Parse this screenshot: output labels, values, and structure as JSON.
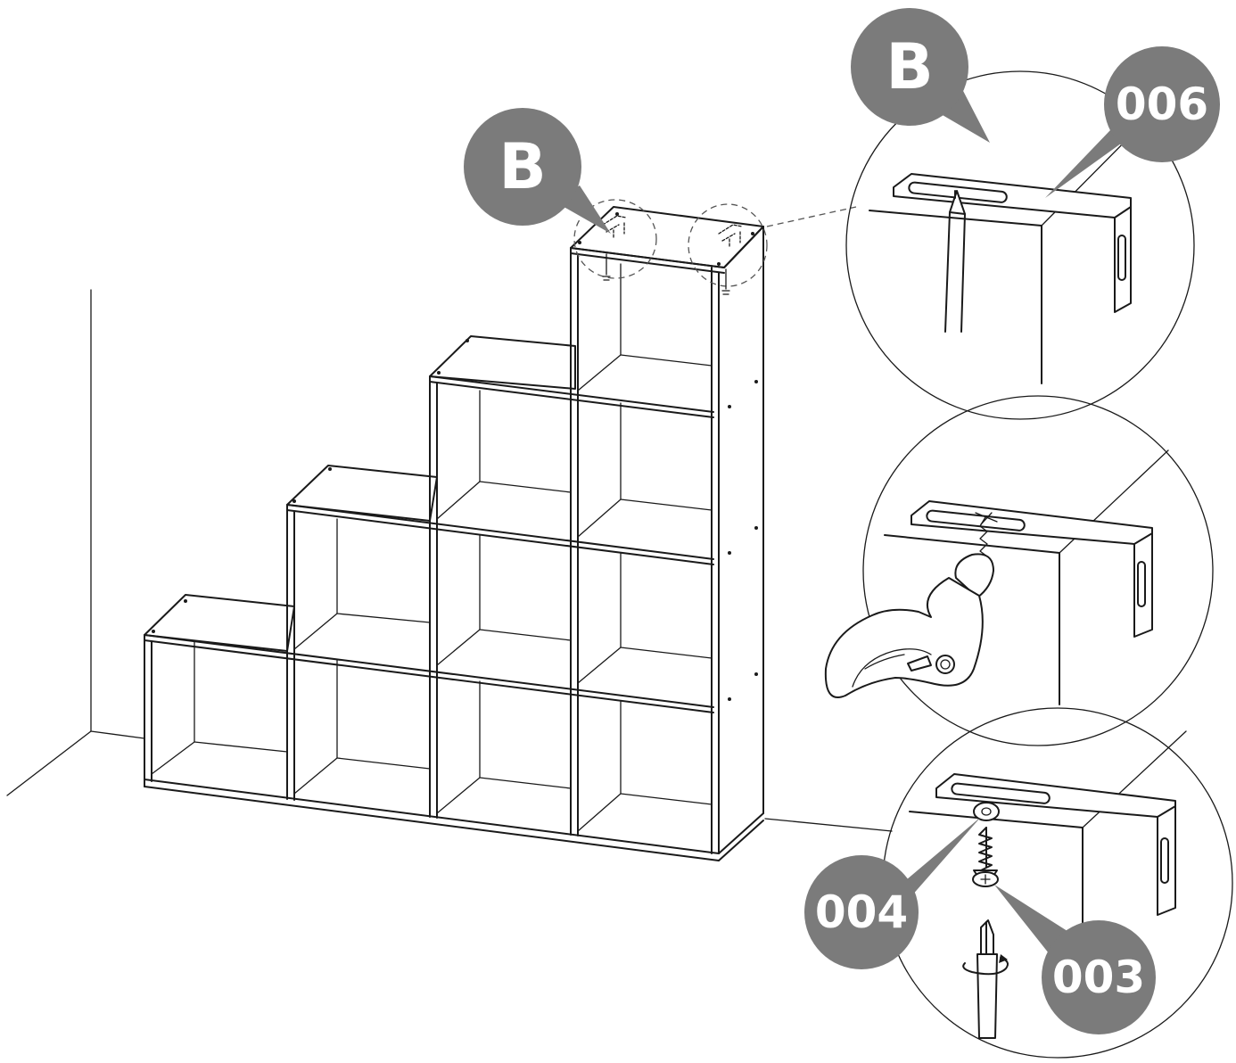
{
  "callouts": {
    "shelf_detail": "B",
    "zoom_detail": "B",
    "bracket": "006",
    "washer": "004",
    "screw": "003"
  },
  "colors": {
    "badge": "#7b7b7b",
    "line": "#1a1a1a",
    "background": "#ffffff"
  },
  "icons": [
    "pencil-icon",
    "drill-icon",
    "screwdriver-icon",
    "rotation-arrow-icon"
  ]
}
